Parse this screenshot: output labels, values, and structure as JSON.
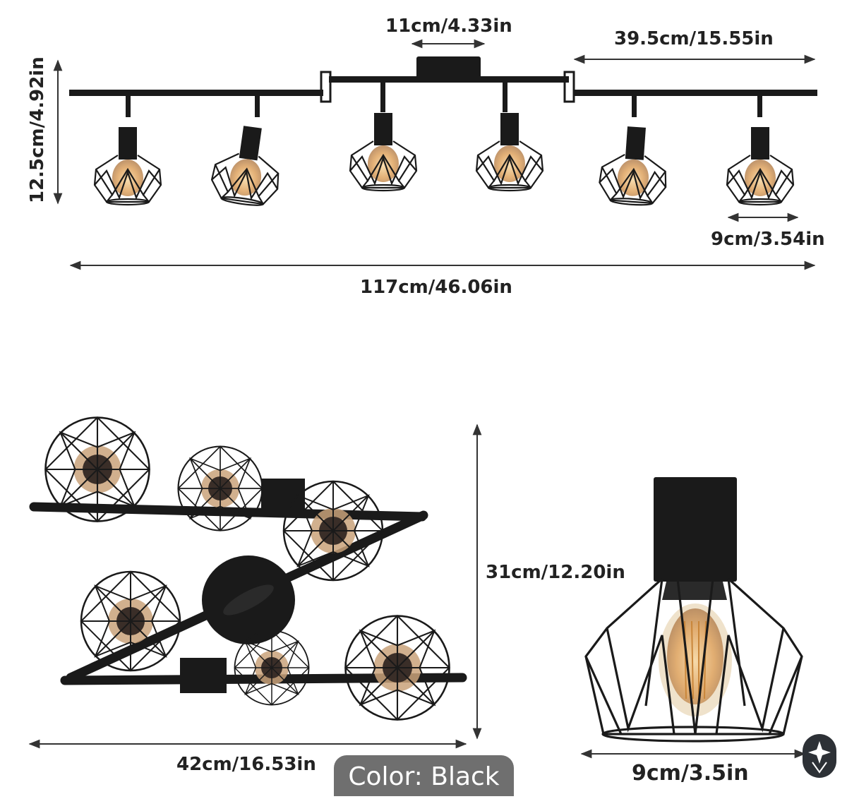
{
  "dimensions": {
    "base_width": "11cm/4.33in",
    "arm_length": "39.5cm/15.55in",
    "height": "12.5cm/4.92in",
    "shade_width": "9cm/3.54in",
    "total_length": "117cm/46.06in",
    "folded_height": "31cm/12.20in",
    "folded_width": "42cm/16.53in",
    "single_shade_width": "9cm/3.5in"
  },
  "color_badge": "Color: Black",
  "colors": {
    "metal": "#1a1a1a",
    "bulb": "#e8b877",
    "arrow": "#333333",
    "badge": "#6f6f6f"
  },
  "icons": {
    "logo": "brand-logo-icon"
  }
}
